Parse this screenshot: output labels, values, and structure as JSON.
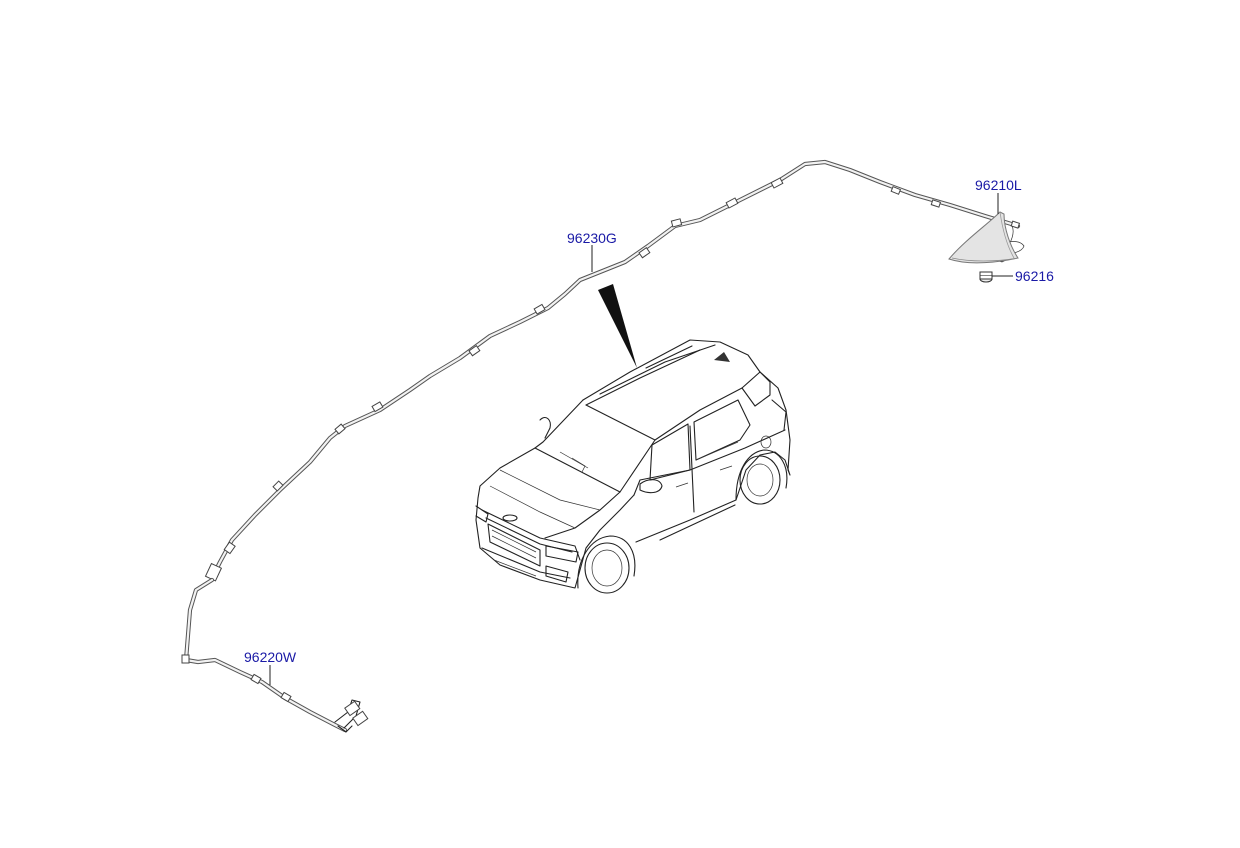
{
  "parts": [
    {
      "id": "antenna",
      "number": "96210L"
    },
    {
      "id": "feeder-cable-roof",
      "number": "96230G"
    },
    {
      "id": "nut",
      "number": "96216"
    },
    {
      "id": "feeder-cable-rear",
      "number": "96220W"
    }
  ],
  "icons": {
    "antenna": "shark-fin-antenna-icon",
    "nut": "nut-icon",
    "vehicle": "suv-vehicle-icon",
    "pointer": "location-pointer-icon"
  },
  "colors": {
    "label": "#1a1aa6",
    "line": "#222222",
    "cable_fill": "#f2f2f2",
    "antenna_fill": "#e4e4e4"
  }
}
